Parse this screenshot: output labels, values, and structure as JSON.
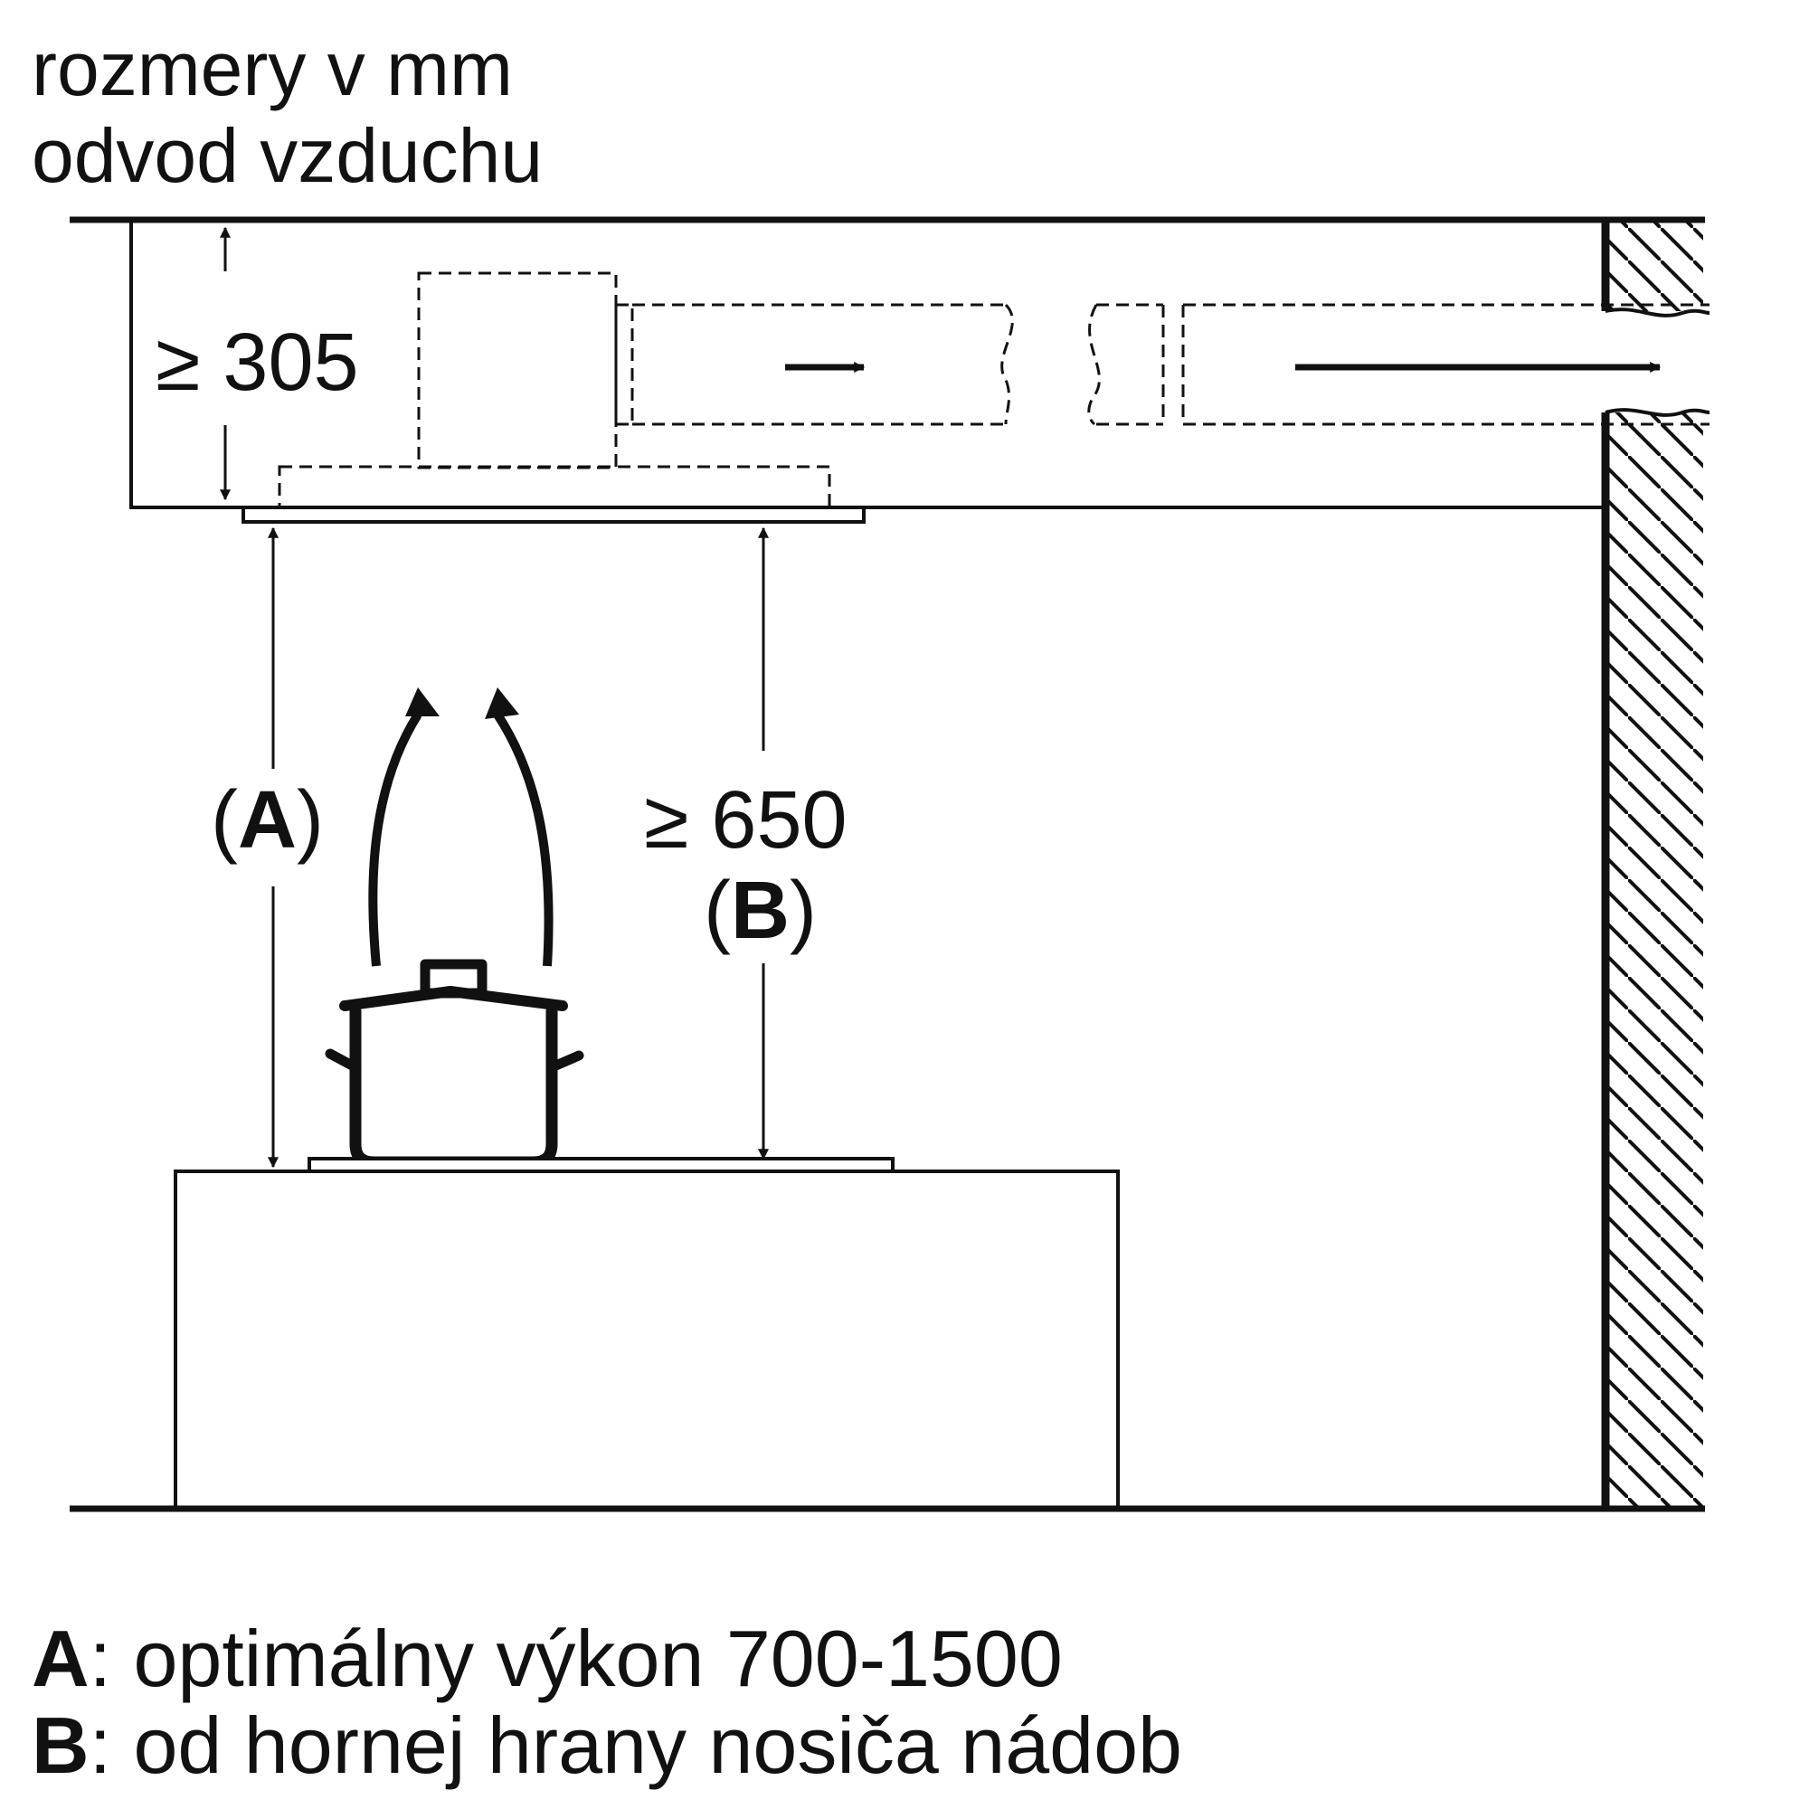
{
  "header": {
    "line1": "rozmery v mm",
    "line2": "odvod vzduchu"
  },
  "dimensions": {
    "ceiling_gap": "≥ 305",
    "label_a_open": "(",
    "label_a_letter": "A",
    "label_a_close": ")",
    "min_height": "≥ 650",
    "label_b_open": "(",
    "label_b_letter": "B",
    "label_b_close": ")"
  },
  "legend": [
    {
      "key": "A",
      "text": ": optimálny výkon 700-1500"
    },
    {
      "key": "B",
      "text": ": od hornej hrany nosiča nádob"
    }
  ],
  "colors": {
    "line": "#111111",
    "background": "#ffffff"
  }
}
